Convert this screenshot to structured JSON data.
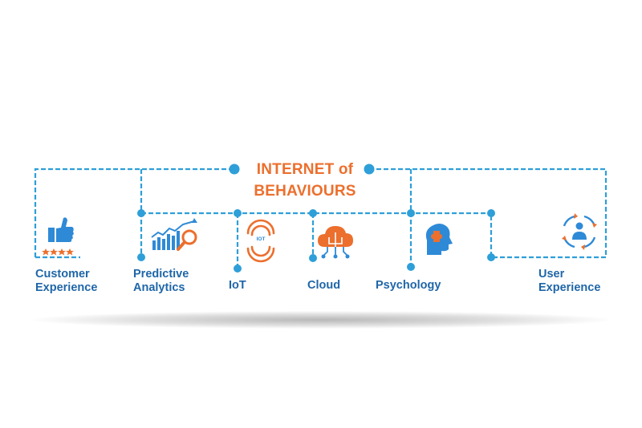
{
  "title": {
    "line1": "INTERNET of",
    "line2": "BEHAVIOURS"
  },
  "colors": {
    "accent": "#ec6f2d",
    "primary": "#1f66a8",
    "connector": "#2e9fd8",
    "icon_blue": "#3a8fd6"
  },
  "items": [
    {
      "label_line1": "Customer",
      "label_line2": "Experience",
      "icon": "thumbs-up-rating-icon"
    },
    {
      "label_line1": "Predictive",
      "label_line2": "Analytics",
      "icon": "chart-magnifier-icon"
    },
    {
      "label_line1": "IoT",
      "label_line2": "",
      "icon": "iot-wireless-icon",
      "icon_text": "IOT"
    },
    {
      "label_line1": "Cloud",
      "label_line2": "",
      "icon": "cloud-network-icon"
    },
    {
      "label_line1": "Psychology",
      "label_line2": "",
      "icon": "head-puzzle-icon"
    },
    {
      "label_line1": "User",
      "label_line2": "Experience",
      "icon": "user-cycle-icon"
    }
  ]
}
